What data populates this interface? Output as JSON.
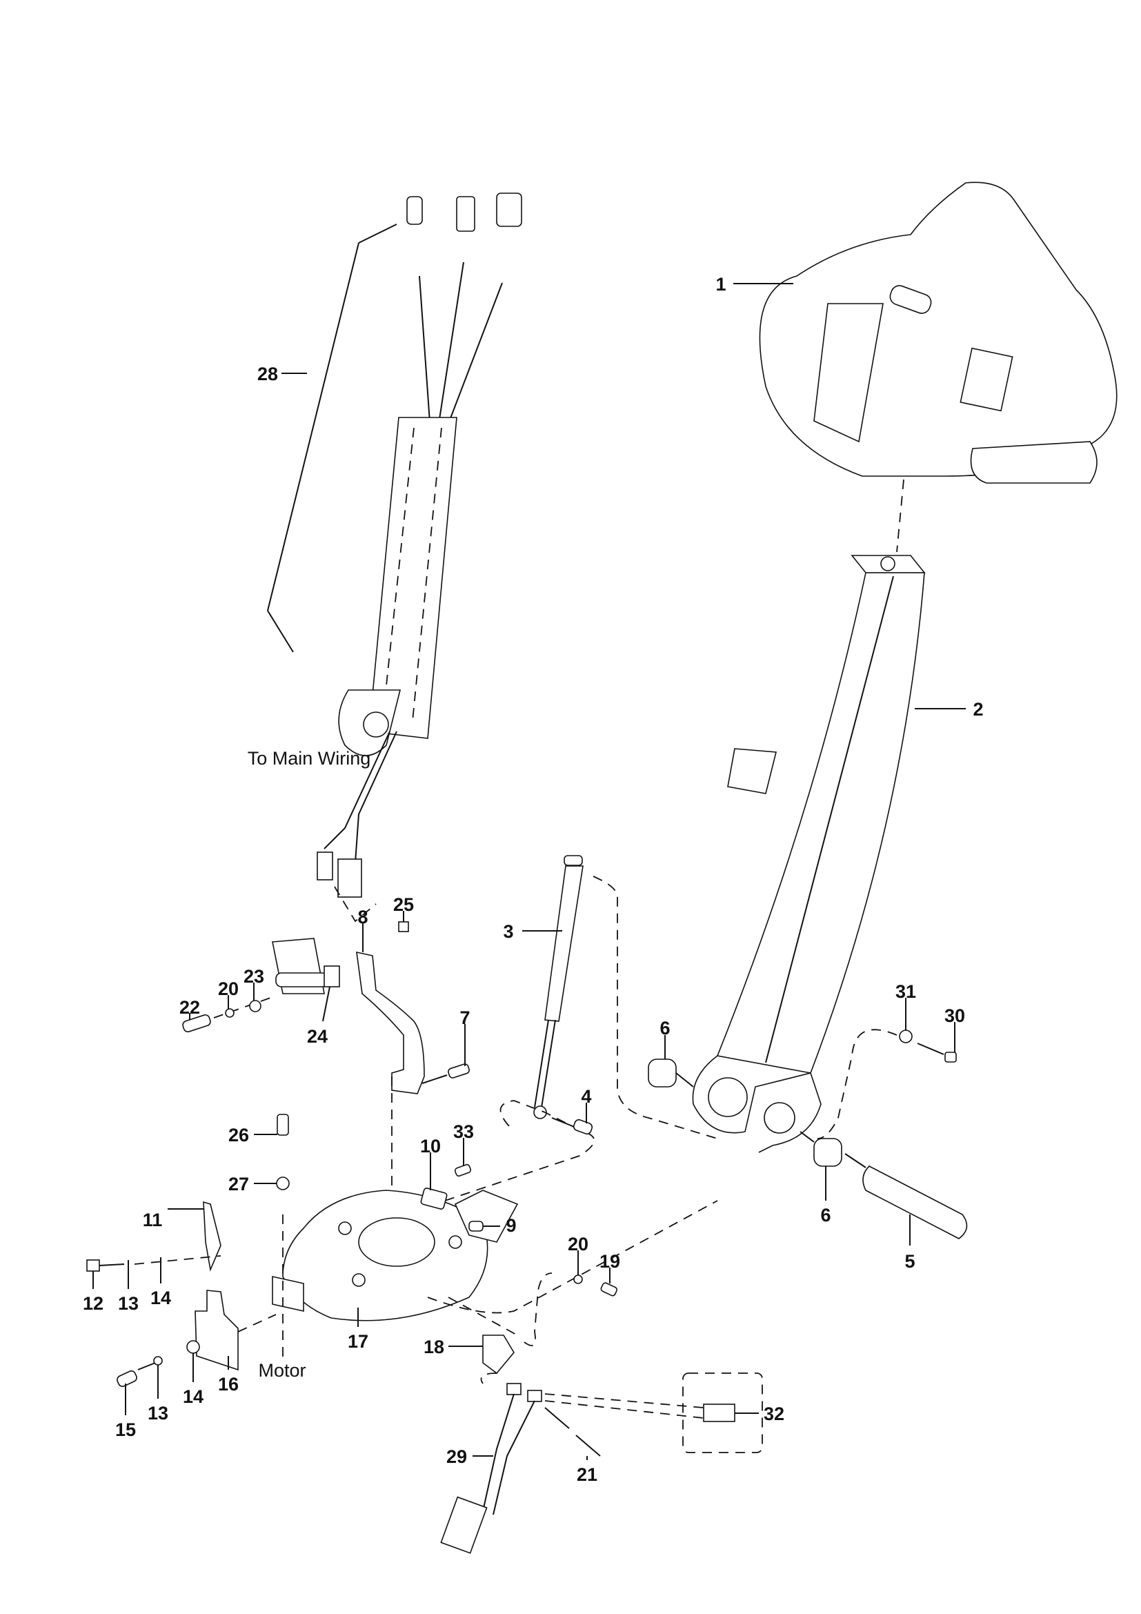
{
  "diagram": {
    "title": "",
    "notes": {
      "main_wiring": "To Main Wiring",
      "motor": "Motor"
    },
    "callouts": [
      {
        "id": "c1",
        "text": "1"
      },
      {
        "id": "c2",
        "text": "2"
      },
      {
        "id": "c3",
        "text": "3"
      },
      {
        "id": "c4",
        "text": "4"
      },
      {
        "id": "c5",
        "text": "5"
      },
      {
        "id": "c6a",
        "text": "6"
      },
      {
        "id": "c6b",
        "text": "6"
      },
      {
        "id": "c7",
        "text": "7"
      },
      {
        "id": "c8",
        "text": "8"
      },
      {
        "id": "c9",
        "text": "9"
      },
      {
        "id": "c10",
        "text": "10"
      },
      {
        "id": "c11",
        "text": "11"
      },
      {
        "id": "c12",
        "text": "12"
      },
      {
        "id": "c13a",
        "text": "13"
      },
      {
        "id": "c13b",
        "text": "13"
      },
      {
        "id": "c14a",
        "text": "14"
      },
      {
        "id": "c14b",
        "text": "14"
      },
      {
        "id": "c15",
        "text": "15"
      },
      {
        "id": "c16",
        "text": "16"
      },
      {
        "id": "c17",
        "text": "17"
      },
      {
        "id": "c18",
        "text": "18"
      },
      {
        "id": "c19",
        "text": "19"
      },
      {
        "id": "c20a",
        "text": "20"
      },
      {
        "id": "c20b",
        "text": "20"
      },
      {
        "id": "c21",
        "text": "21"
      },
      {
        "id": "c22",
        "text": "22"
      },
      {
        "id": "c23",
        "text": "23"
      },
      {
        "id": "c24",
        "text": "24"
      },
      {
        "id": "c25",
        "text": "25"
      },
      {
        "id": "c26",
        "text": "26"
      },
      {
        "id": "c27",
        "text": "27"
      },
      {
        "id": "c28",
        "text": "28"
      },
      {
        "id": "c29",
        "text": "29"
      },
      {
        "id": "c30",
        "text": "30"
      },
      {
        "id": "c31",
        "text": "31"
      },
      {
        "id": "c32",
        "text": "32"
      },
      {
        "id": "c33",
        "text": "33"
      }
    ]
  }
}
